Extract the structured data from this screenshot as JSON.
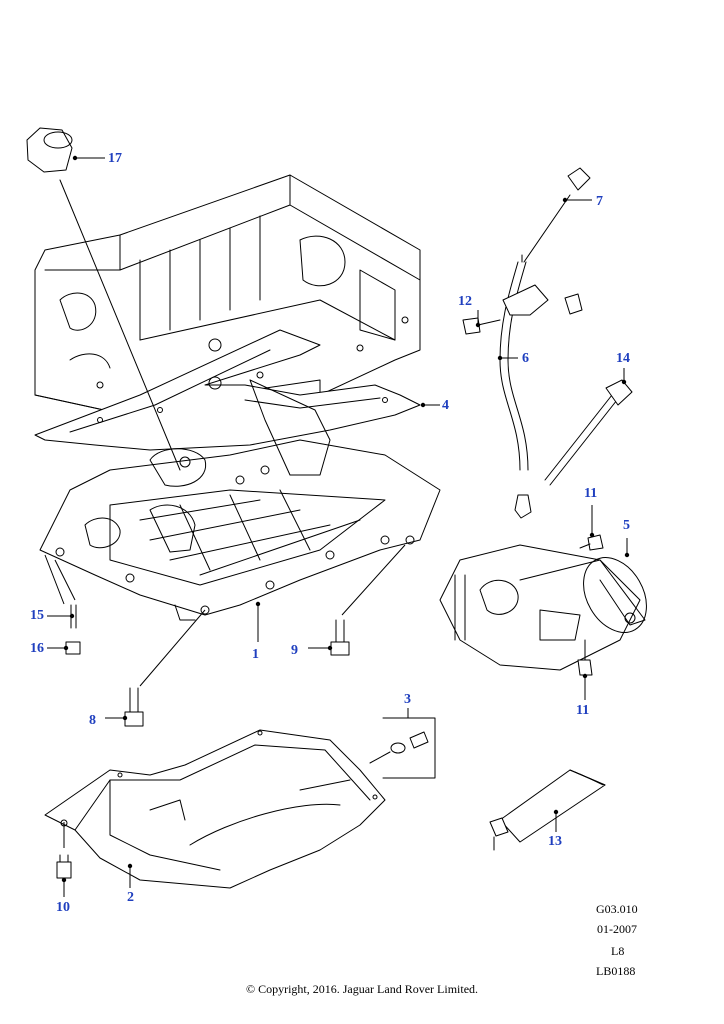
{
  "callouts": {
    "c1": "1",
    "c2": "2",
    "c3": "3",
    "c4": "4",
    "c5": "5",
    "c6": "6",
    "c7": "7",
    "c8": "8",
    "c9": "9",
    "c10": "10",
    "c11a": "11",
    "c11b": "11",
    "c12": "12",
    "c13": "13",
    "c14": "14",
    "c15": "15",
    "c16": "16",
    "c17": "17"
  },
  "footer": {
    "ref": "G03.010",
    "date": "01-2007",
    "model": "L8",
    "code": "LB0188",
    "copyright": "© Copyright, 2016. Jaguar Land Rover Limited."
  },
  "colors": {
    "callout": "#1f3fbf",
    "line": "#000000"
  }
}
